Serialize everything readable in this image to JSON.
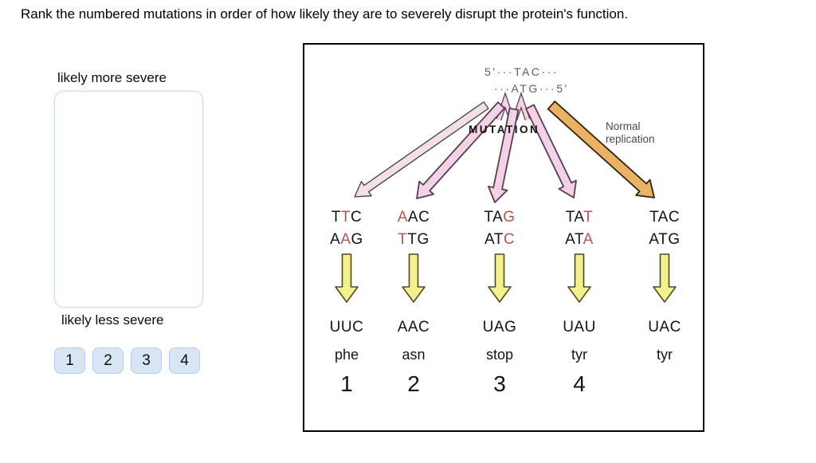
{
  "title": "Rank the numbered mutations in order of how likely they are to severely disrupt the protein's function.",
  "rank_panel": {
    "more_severe_label": "likely more severe",
    "less_severe_label": "likely less severe",
    "choices": [
      {
        "label": "1"
      },
      {
        "label": "2"
      },
      {
        "label": "3"
      },
      {
        "label": "4"
      }
    ]
  },
  "diagram": {
    "template_strand_top": "5'···TAC···",
    "template_strand_bottom": "···ATG···5'",
    "mutation_label": "MUTATION",
    "normal_replication_line1": "Normal",
    "normal_replication_line2": "replication",
    "columns": [
      {
        "dna_top": "TTC",
        "dna_top_red_index": 1,
        "dna_bottom": "AAG",
        "dna_bottom_red_index": 1,
        "rna": "UUC",
        "amino_acid": "phe",
        "rank": "1"
      },
      {
        "dna_top": "AAC",
        "dna_top_red_index": 0,
        "dna_bottom": "TTG",
        "dna_bottom_red_index": 0,
        "rna": "AAC",
        "amino_acid": "asn",
        "rank": "2"
      },
      {
        "dna_top": "TAG",
        "dna_top_red_index": 2,
        "dna_bottom": "ATC",
        "dna_bottom_red_index": 2,
        "rna": "UAG",
        "amino_acid": "stop",
        "rank": "3"
      },
      {
        "dna_top": "TAT",
        "dna_top_red_index": 2,
        "dna_bottom": "ATA",
        "dna_bottom_red_index": 2,
        "rna": "UAU",
        "amino_acid": "tyr",
        "rank": "4"
      },
      {
        "dna_top": "TAC",
        "dna_top_red_index": -1,
        "dna_bottom": "ATG",
        "dna_bottom_red_index": -1,
        "rna": "UAC",
        "amino_acid": "tyr",
        "rank": ""
      }
    ]
  },
  "colors": {
    "mutant_base_red": "#b85450",
    "mutation_arrow_pink": "#f2d2e6",
    "pale_arrow_pink": "#f3dfea",
    "normal_arrow_orange": "#e9b264",
    "translation_arrow_yellow": "#f3f08d",
    "choice_button_blue": "#d8e5f5"
  }
}
